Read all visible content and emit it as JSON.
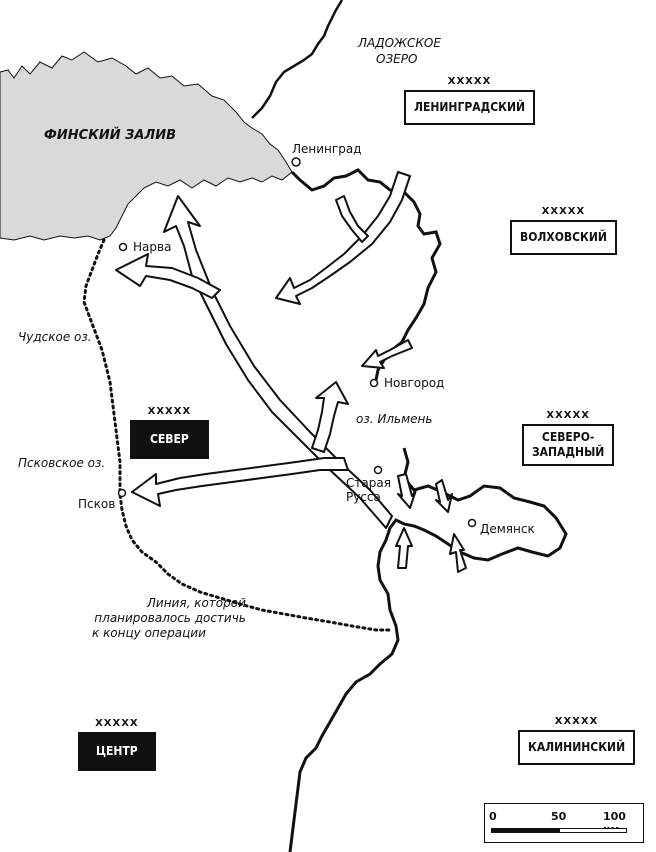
{
  "water": {
    "gulf": "ФИНСКИЙ ЗАЛИВ",
    "ladoga": [
      "ЛАДОЖСКОЕ",
      "ОЗЕРО"
    ],
    "chudskoe": "Чудское оз.",
    "pskovskoe": "Псковское оз.",
    "ilmen": "оз. Ильмень"
  },
  "cities": {
    "leningrad": "Ленинград",
    "narva": "Нарва",
    "novgorod": "Новгород",
    "staraya_russa": [
      "Старая",
      "Русса"
    ],
    "pskov": "Псков",
    "demyansk": "Демянск"
  },
  "fronts": [
    {
      "id": "leningradsky",
      "symbol": "XXXXX",
      "label": [
        "ЛЕНИНГРАДСКИЙ"
      ],
      "dark": false
    },
    {
      "id": "volkhovsky",
      "symbol": "XXXXX",
      "label": [
        "ВОЛХОВСКИЙ"
      ],
      "dark": false
    },
    {
      "id": "sever",
      "symbol": "XXXXX",
      "label": [
        "СЕВЕР"
      ],
      "dark": true
    },
    {
      "id": "severo-zapadny",
      "symbol": "XXXXX",
      "label": [
        "СЕВЕРО-",
        "ЗАПАДНЫЙ"
      ],
      "dark": false
    },
    {
      "id": "tsentr",
      "symbol": "XXXXX",
      "label": [
        "ЦЕНТР"
      ],
      "dark": true
    },
    {
      "id": "kalininsky",
      "symbol": "XXXXX",
      "label": [
        "КАЛИНИНСКИЙ"
      ],
      "dark": false
    }
  ],
  "planned_line_note": [
    "Линия, которой",
    "планировалось достичь",
    "к концу операции"
  ],
  "scale": {
    "ticks": [
      "0",
      "50",
      "100 км"
    ]
  },
  "colors": {
    "sea": "#d9d9d9",
    "ink": "#111111"
  }
}
